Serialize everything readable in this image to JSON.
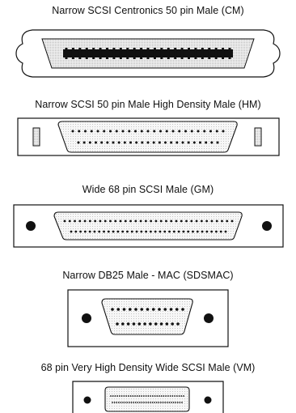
{
  "connectors": [
    {
      "label": "Narrow SCSI Centronics 50 pin Male (CM)"
    },
    {
      "label": "Narrow SCSI 50 pin Male High Density Male (HM)"
    },
    {
      "label": "Wide 68 pin SCSI Male (GM)"
    },
    {
      "label": "Narrow DB25 Male - MAC (SDSMAC)"
    },
    {
      "label": "68 pin Very High Density Wide SCSI Male (VM)"
    }
  ]
}
